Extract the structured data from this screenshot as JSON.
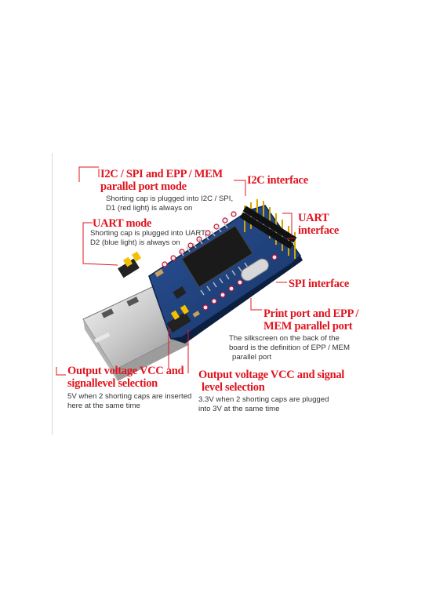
{
  "colors": {
    "callout": "#e0141e",
    "pcb": "#1f3f7a",
    "text": "#333333"
  },
  "labels": {
    "i2c_spi_epp_mem": {
      "line1": "I2C / SPI and EPP / MEM",
      "line2": "parallel port mode"
    },
    "i2c_spi_note": {
      "line1": "Shorting cap is plugged into I2C / SPI,",
      "line2": "D1 (red light) is always on"
    },
    "uart_mode": "UART mode",
    "uart_note": {
      "line1": "Shorting cap is plugged into UART,",
      "line2": "D2 (blue light) is always on"
    },
    "i2c_interface": "I2C interface",
    "uart_interface": {
      "line1": "UART",
      "line2": "interface"
    },
    "spi_interface": "SPI interface",
    "print_port": {
      "line1": "Print port and EPP /",
      "line2": "MEM parallel port"
    },
    "print_port_note": {
      "line1": "The silkscreen on the back of the",
      "line2": "board is the definition of EPP / MEM",
      "line3": "parallel port"
    },
    "vcc_left": {
      "line1": "Output voltage VCC and",
      "line2": "signallevel selection"
    },
    "vcc_left_note": {
      "line1": "5V when 2 shorting caps are inserted",
      "line2": "here at the same time"
    },
    "vcc_right": {
      "line1": "Output voltage VCC and signal",
      "line2": "level selection"
    },
    "vcc_right_note": {
      "line1": "3.3V when 2 shorting caps are plugged",
      "line2": "into 3V at the same time"
    }
  }
}
